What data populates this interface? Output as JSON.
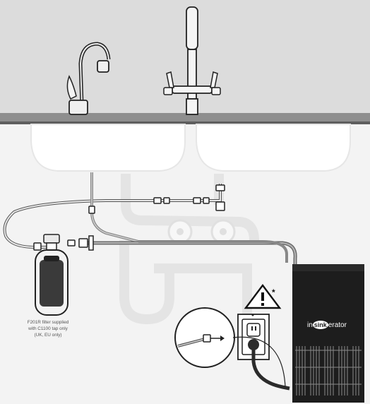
{
  "filter_caption": {
    "line1": "F201R filter supplied",
    "line2": "with C1100 tap only",
    "line3": "(UK, EU only)"
  },
  "brand": {
    "prefix": "in",
    "middle": "sink",
    "suffix": "erator"
  },
  "warning": {
    "mark": "*"
  },
  "colors": {
    "sky": "#dcdcdc",
    "countertop": "#8e8e8e",
    "tank": "#1d1d1d",
    "hose": "#8a8a8a",
    "filter": "#3a3a3a"
  }
}
